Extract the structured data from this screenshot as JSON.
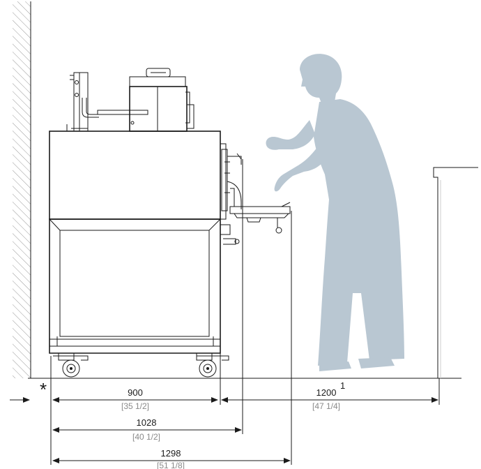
{
  "dimensions": [
    {
      "value": "900",
      "imperial": "[35 1/2]"
    },
    {
      "value": "1028",
      "imperial": "[40 1/2]"
    },
    {
      "value": "1298",
      "imperial": "[51 1/8]"
    },
    {
      "value": "1200",
      "imperial": "[47 1/4]",
      "footnote": "1"
    }
  ],
  "clearance_marker": "*",
  "colors": {
    "line": "#1a1a1a",
    "silhouette": "#b9c7d2",
    "imperial_text": "#8a8a8a",
    "wall_hatch": "#9a9a9a"
  }
}
